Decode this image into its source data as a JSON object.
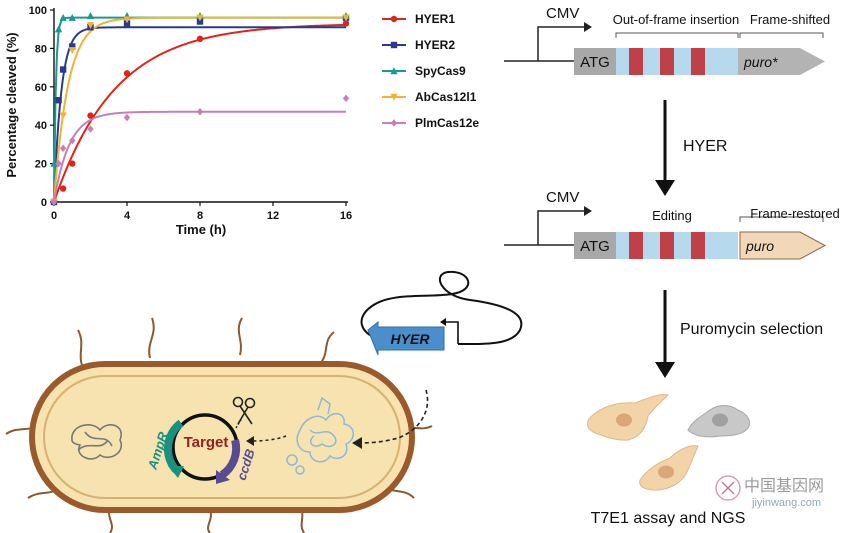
{
  "chart_data": {
    "type": "line",
    "xlabel": "Time (h)",
    "ylabel": "Percentage cleaved (%)",
    "xlim": [
      0,
      16
    ],
    "ylim": [
      0,
      100
    ],
    "xticks": [
      "0",
      "4",
      "8",
      "12",
      "16"
    ],
    "yticks": [
      "0",
      "20",
      "40",
      "60",
      "80",
      "100"
    ],
    "legend_position": "right",
    "grid": false,
    "series": [
      {
        "name": "HYER1",
        "color": "#e2231a",
        "marker": "circle",
        "points": [
          [
            0,
            0
          ],
          [
            0.5,
            7
          ],
          [
            1,
            20
          ],
          [
            2,
            45
          ],
          [
            4,
            67
          ],
          [
            8,
            85
          ],
          [
            16,
            93
          ]
        ],
        "fit_plateau": 93,
        "fit_rate": 0.3
      },
      {
        "name": "HYER2",
        "color": "#2b3a8f",
        "marker": "square",
        "points": [
          [
            0,
            0
          ],
          [
            0.25,
            53
          ],
          [
            0.5,
            69
          ],
          [
            1,
            81
          ],
          [
            2,
            91
          ],
          [
            4,
            93
          ],
          [
            8,
            94
          ],
          [
            16,
            96
          ]
        ],
        "fit_plateau": 91,
        "fit_rate": 2.5
      },
      {
        "name": "SpyCas9",
        "color": "#1a9a96",
        "marker": "triangle",
        "points": [
          [
            0,
            20
          ],
          [
            0.25,
            90
          ],
          [
            0.5,
            96
          ],
          [
            1,
            96
          ],
          [
            2,
            97
          ],
          [
            4,
            97
          ],
          [
            8,
            97
          ],
          [
            16,
            97
          ]
        ],
        "fit_plateau": 96,
        "fit_rate": 10
      },
      {
        "name": "AbCas12l1",
        "color": "#f2b233",
        "marker": "inverted-triangle",
        "points": [
          [
            0,
            0
          ],
          [
            0.5,
            45
          ],
          [
            1,
            79
          ],
          [
            2,
            92
          ],
          [
            4,
            95
          ],
          [
            8,
            96
          ],
          [
            16,
            96
          ]
        ],
        "fit_plateau": 96,
        "fit_rate": 1.3
      },
      {
        "name": "PlmCas12e",
        "color": "#c87fb6",
        "marker": "diamond",
        "points": [
          [
            0,
            0
          ],
          [
            0.25,
            20
          ],
          [
            0.5,
            28
          ],
          [
            1,
            32
          ],
          [
            2,
            38
          ],
          [
            4,
            44
          ],
          [
            8,
            47
          ],
          [
            16,
            54
          ]
        ],
        "fit_plateau": 47,
        "fit_rate": 1.2
      }
    ]
  },
  "diagram": {
    "construct_top": {
      "promoter": "CMV",
      "atg": "ATG",
      "insertion_label": "Out-of-frame insertion",
      "shifted_label": "Frame-shifted",
      "puro_label": "puro*"
    },
    "step1_label": "HYER",
    "construct_bottom": {
      "promoter": "CMV",
      "atg": "ATG",
      "editing_label": "Editing",
      "restored_label": "Frame-restored",
      "puro_label": "puro"
    },
    "step2_label": "Puromycin selection",
    "assay_label": "T7E1 assay and NGS"
  },
  "bacteria": {
    "plasmid_gene": "HYER",
    "target_label": "Target",
    "ampr_label": "AmpR",
    "ccdb_label": "ccdB"
  },
  "watermark": {
    "cn_text": "中国基因网",
    "url_text": "jiyinwang.com"
  },
  "colors": {
    "insert_bg": "#b7d9ee",
    "insert_bar": "#c0404a",
    "atg_fill": "#a8a8a8",
    "puro_shifted": "#b3b3b3",
    "puro_restored": "#f2d8b8",
    "cell_orange": "#f2d4a8",
    "cell_gray": "#c8c8c8",
    "bacteria_body": "#f6e3b0",
    "bacteria_outline": "#9b5a2c",
    "hyer_arrow": "#4a8fcc"
  }
}
